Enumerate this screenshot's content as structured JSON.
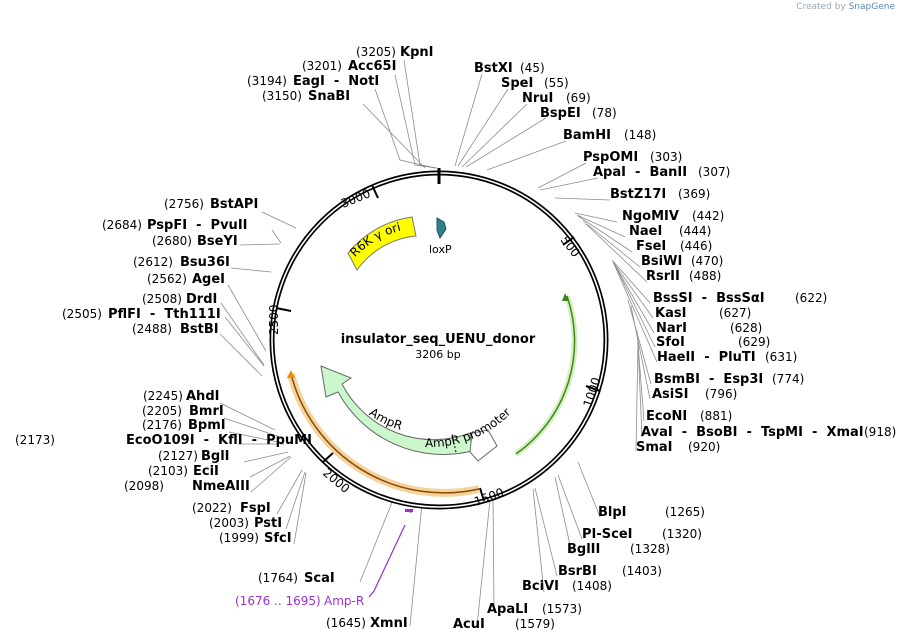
{
  "credit": {
    "prefix": "Created by",
    "brand": "SnapGene"
  },
  "plasmid": {
    "name": "insulator_seq_UENU_donor",
    "size_label": "3206 bp",
    "length": 3206
  },
  "ticks": [
    "500",
    "1000",
    "1500",
    "2000",
    "2500",
    "3000"
  ],
  "features": [
    {
      "label": "R6K γ ori",
      "color": "#ffff00"
    },
    {
      "label": "loxP",
      "color": "#2f7f8c"
    },
    {
      "label": "AmpR",
      "color": "#ccf7cc"
    },
    {
      "label": "AmpR promoter",
      "color": "#ffffff"
    }
  ],
  "primer": {
    "range": "(1676 .. 1695)",
    "name": "Amp-R",
    "color": "#9b30d6"
  },
  "sites": [
    {
      "pos": "(3205)",
      "name": "KpnI"
    },
    {
      "pos": "(3201)",
      "name": "Acc65I"
    },
    {
      "pos": "(3194)",
      "name": "EagI  -  NotI"
    },
    {
      "pos": "(3150)",
      "name": "SnaBI"
    },
    {
      "pos": "(45)",
      "name": "BstXI"
    },
    {
      "pos": "(55)",
      "name": "SpeI"
    },
    {
      "pos": "(69)",
      "name": "NruI"
    },
    {
      "pos": "(78)",
      "name": "BspEI"
    },
    {
      "pos": "(148)",
      "name": "BamHI"
    },
    {
      "pos": "(303)",
      "name": "PspOMI"
    },
    {
      "pos": "(307)",
      "name": "ApaI  -  BanII"
    },
    {
      "pos": "(369)",
      "name": "BstZ17I"
    },
    {
      "pos": "(442)",
      "name": "NgoMIV"
    },
    {
      "pos": "(444)",
      "name": "NaeI"
    },
    {
      "pos": "(446)",
      "name": "FseI"
    },
    {
      "pos": "(470)",
      "name": "BsiWI"
    },
    {
      "pos": "(488)",
      "name": "RsrII"
    },
    {
      "pos": "(622)",
      "name": "BssSI  -  BssSαI"
    },
    {
      "pos": "(627)",
      "name": "KasI"
    },
    {
      "pos": "(628)",
      "name": "NarI"
    },
    {
      "pos": "(629)",
      "name": "SfoI"
    },
    {
      "pos": "(631)",
      "name": "HaeII  -  PluTI"
    },
    {
      "pos": "(774)",
      "name": "BsmBI  -  Esp3I"
    },
    {
      "pos": "(796)",
      "name": "AsiSI"
    },
    {
      "pos": "(881)",
      "name": "EcoNI"
    },
    {
      "pos": "(918)",
      "name": "AvaI  -  BsoBI  -  TspMI  -  XmaI"
    },
    {
      "pos": "(920)",
      "name": "SmaI"
    },
    {
      "pos": "(1265)",
      "name": "BlpI"
    },
    {
      "pos": "(1320)",
      "name": "PI-SceI"
    },
    {
      "pos": "(1328)",
      "name": "BglII"
    },
    {
      "pos": "(1403)",
      "name": "BsrBI"
    },
    {
      "pos": "(1408)",
      "name": "BciVI"
    },
    {
      "pos": "(1573)",
      "name": "ApaLI"
    },
    {
      "pos": "(1579)",
      "name": "AcuI"
    },
    {
      "pos": "(1645)",
      "name": "XmnI"
    },
    {
      "pos": "(1764)",
      "name": "ScaI"
    },
    {
      "pos": "(1999)",
      "name": "SfcI"
    },
    {
      "pos": "(2003)",
      "name": "PstI"
    },
    {
      "pos": "(2022)",
      "name": "FspI"
    },
    {
      "pos": "(2098)",
      "name": "NmeAIII"
    },
    {
      "pos": "(2103)",
      "name": "EciI"
    },
    {
      "pos": "(2127)",
      "name": "BglI"
    },
    {
      "pos": "(2173)",
      "name": "EcoO109I  -  KflI  -  PpuMI"
    },
    {
      "pos": "(2176)",
      "name": "BpmI"
    },
    {
      "pos": "(2205)",
      "name": "BmrI"
    },
    {
      "pos": "(2245)",
      "name": "AhdI"
    },
    {
      "pos": "(2488)",
      "name": "BstBI"
    },
    {
      "pos": "(2505)",
      "name": "PflFI  -  Tth111I"
    },
    {
      "pos": "(2508)",
      "name": "DrdI"
    },
    {
      "pos": "(2562)",
      "name": "AgeI"
    },
    {
      "pos": "(2612)",
      "name": "Bsu36I"
    },
    {
      "pos": "(2680)",
      "name": "BseYI"
    },
    {
      "pos": "(2684)",
      "name": "PspFI  -  PvuII"
    },
    {
      "pos": "(2756)",
      "name": "BstAPI"
    }
  ]
}
